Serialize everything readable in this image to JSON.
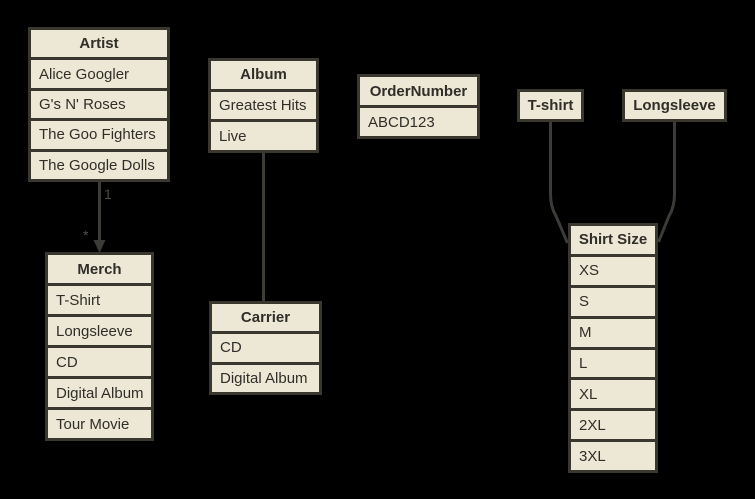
{
  "colors": {
    "background": "#000000",
    "frame": "#3a382e",
    "cell_fill": "#ede8d5",
    "text": "#2f2e29",
    "line": "#3b3b38",
    "label": "#4d4d4b"
  },
  "nodes": {
    "artist": {
      "header": "Artist",
      "rows": [
        "Alice Googler",
        "G's N' Roses",
        "The Goo Fighters",
        "The Google Dolls"
      ]
    },
    "merch": {
      "header": "Merch",
      "rows": [
        "T-Shirt",
        "Longsleeve",
        "CD",
        "Digital Album",
        "Tour Movie"
      ]
    },
    "album": {
      "header": "Album",
      "rows": [
        "Greatest Hits",
        "Live"
      ]
    },
    "carrier": {
      "header": "Carrier",
      "rows": [
        "CD",
        "Digital Album"
      ]
    },
    "ordernumber": {
      "header": "OrderNumber",
      "rows": [
        "ABCD123"
      ]
    },
    "tshirt": {
      "header": "T-shirt",
      "rows": []
    },
    "longsleeve": {
      "header": "Longsleeve",
      "rows": []
    },
    "shirtsize": {
      "header": "Shirt Size",
      "rows": [
        "XS",
        "S",
        "M",
        "L",
        "XL",
        "2XL",
        "3XL"
      ]
    }
  },
  "edges": {
    "artist_merch": {
      "from": "Artist",
      "to": "Merch",
      "source_label": "1",
      "target_label": "*",
      "style": "arrow"
    },
    "album_carrier": {
      "from": "Album",
      "to": "Carrier",
      "style": "line"
    },
    "tshirt_shirtsize": {
      "from": "T-shirt",
      "to": "Shirt Size",
      "style": "line"
    },
    "longsleeve_shirtsize": {
      "from": "Longsleeve",
      "to": "Shirt Size",
      "style": "line"
    }
  }
}
